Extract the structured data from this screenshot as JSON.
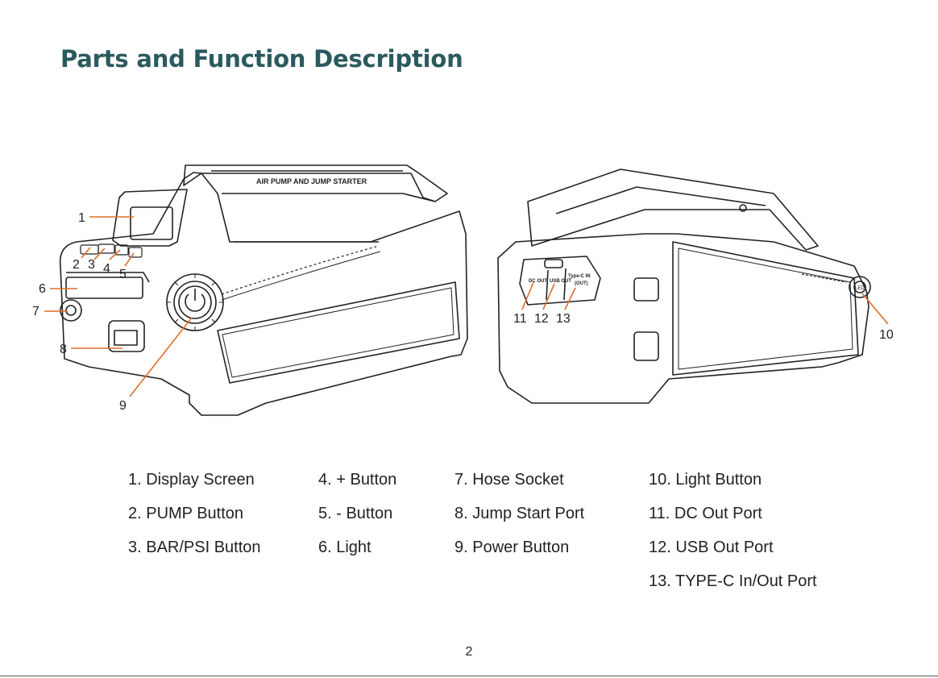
{
  "page": {
    "title": "Parts and Function Description",
    "page_number": "2"
  },
  "figure": {
    "device_label": "AIR PUMP AND JUMP STARTER",
    "port_labels": {
      "dc_out": "DC OUT",
      "usb_out": "USB OUT",
      "typec": "Type-C IN",
      "typec_sub": "(OUT)",
      "light": "LED"
    },
    "callouts": [
      "1",
      "2",
      "3",
      "4",
      "5",
      "6",
      "7",
      "8",
      "9",
      "10",
      "11",
      "12",
      "13"
    ],
    "colors": {
      "callout_line": "#e06d2a",
      "title": "#2b5a5e",
      "outline": "#222222"
    }
  },
  "parts": {
    "col1": [
      "1. Display Screen",
      "2. PUMP Button",
      "3. BAR/PSI Button"
    ],
    "col2": [
      "4. + Button",
      "5. - Button",
      "6. Light"
    ],
    "col3": [
      "7. Hose Socket",
      "8. Jump Start Port",
      "9. Power Button"
    ],
    "col4": [
      "10. Light Button",
      "11. DC Out Port",
      "12. USB Out Port",
      "13. TYPE-C In/Out Port"
    ]
  }
}
